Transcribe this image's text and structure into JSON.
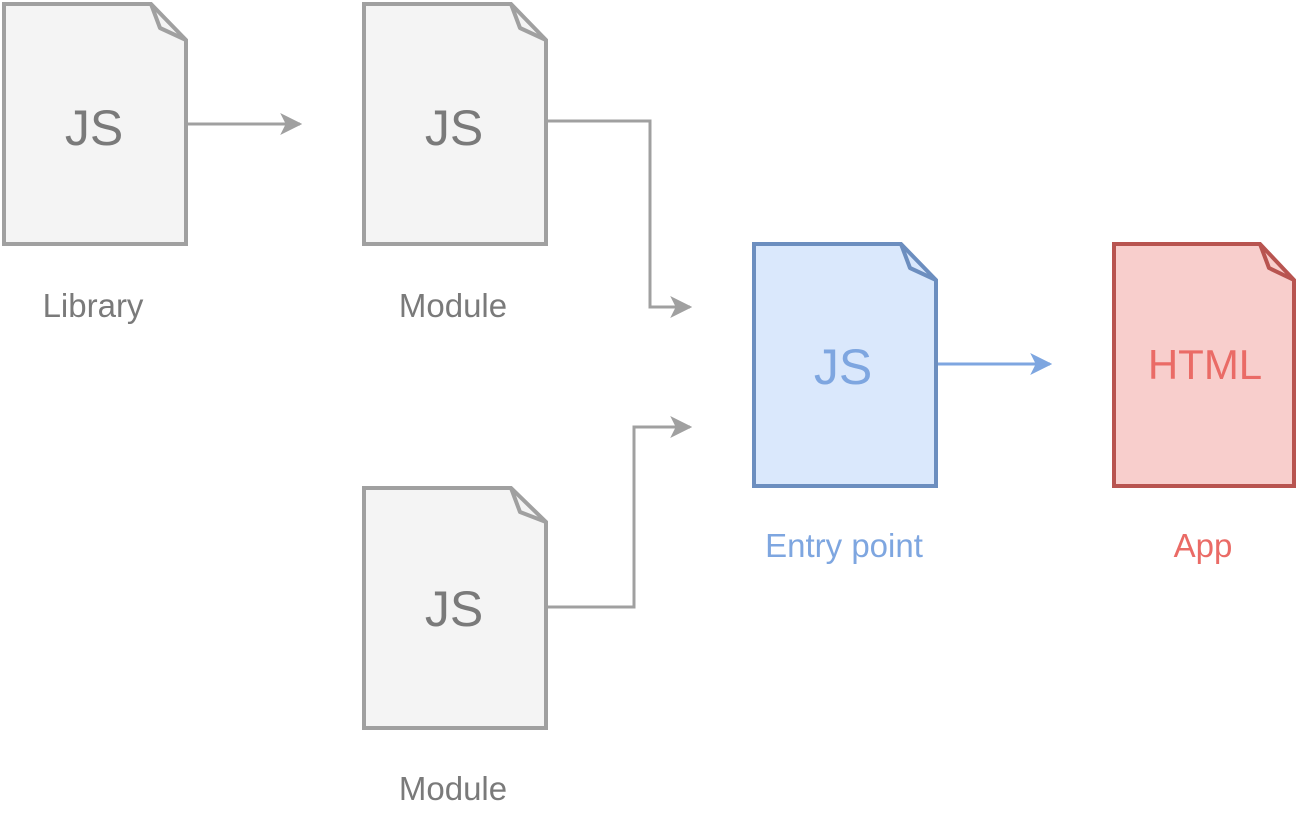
{
  "colors": {
    "gray_stroke": "#a0a0a0",
    "gray_fill": "#f4f4f4",
    "gray_text": "#7a7a7a",
    "blue_stroke": "#6c8ebf",
    "blue_fill": "#dae8fc",
    "blue_text": "#7ea6e0",
    "red_stroke": "#b85450",
    "red_fill": "#f8cecc",
    "red_text": "#ea6b66"
  },
  "nodes": {
    "library": {
      "glyph": "JS",
      "caption": "Library",
      "icon": "js-file-icon"
    },
    "module_top": {
      "glyph": "JS",
      "caption": "Module",
      "icon": "js-file-icon"
    },
    "module_bottom": {
      "glyph": "JS",
      "caption": "Module",
      "icon": "js-file-icon"
    },
    "entry_point": {
      "glyph": "JS",
      "caption": "Entry point",
      "icon": "js-file-icon"
    },
    "app": {
      "glyph": "HTML",
      "caption": "App",
      "icon": "html-file-icon"
    }
  },
  "edges": [
    {
      "from": "Library",
      "to": "Module"
    },
    {
      "from": "Module",
      "to": "Entry point"
    },
    {
      "from": "Module",
      "to": "Entry point"
    },
    {
      "from": "Entry point",
      "to": "App"
    }
  ]
}
